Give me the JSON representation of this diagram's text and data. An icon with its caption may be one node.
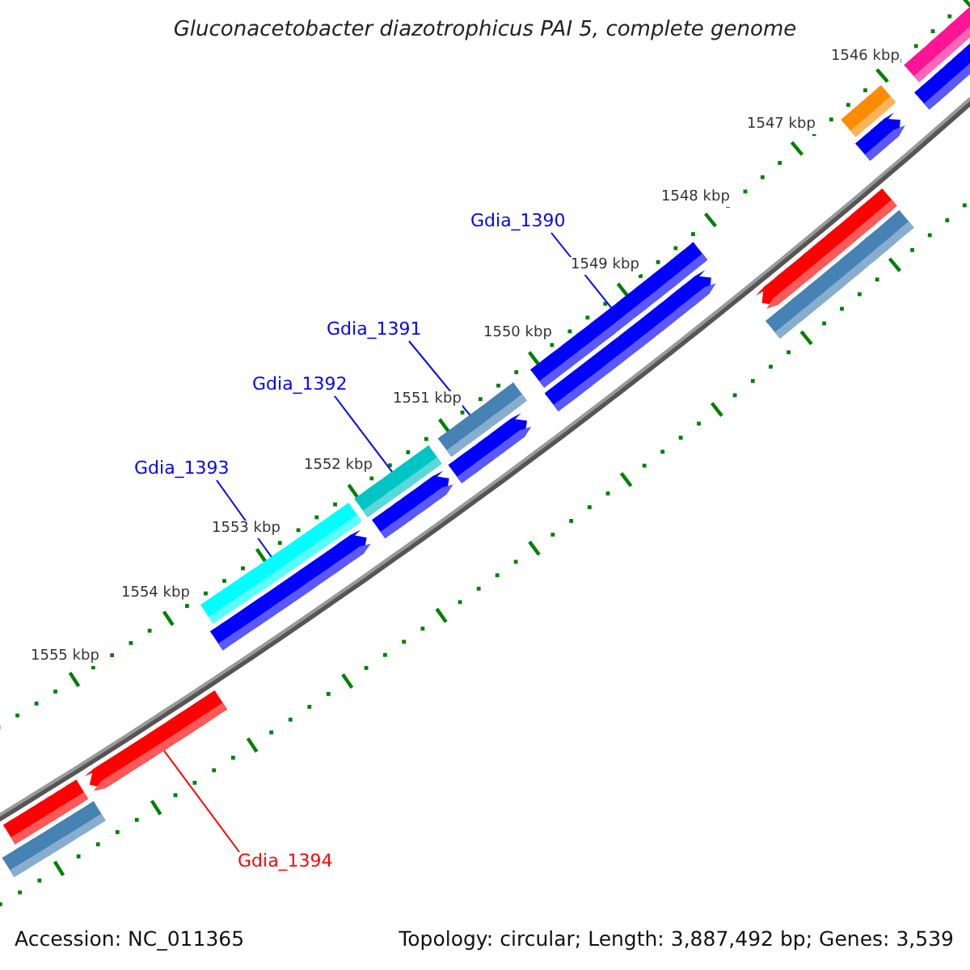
{
  "diagram": {
    "title": "Gluconacetobacter diazotrophicus PAI 5, complete genome",
    "nodes": [
      {
        "text": [
          "Gdia_1390"
        ]
      },
      {
        "text": [],
        "shape": "bar"
      },
      {
        "text": [
          "Gdia_1391"
        ]
      },
      {
        "text": [],
        "shape": "bar"
      },
      {
        "text": [
          "Gdia_1392"
        ]
      },
      {
        "text": [],
        "shape": "bar"
      },
      {
        "text": [
          "Gdia_1393"
        ]
      },
      {
        "text": [],
        "shape": "bar"
      },
      {
        "text": [
          "Gdia_1394"
        ]
      },
      {
        "text": [],
        "shape": "bar"
      },
      {
        "text": [],
        "shape": "bar"
      },
      {
        "text": [],
        "shape": "bar"
      },
      {
        "text": [],
        "shape": "bar"
      },
      {
        "text": [],
        "shape": "bar"
      },
      {
        "text": [],
        "shape": "bar"
      },
      {
        "text": [],
        "shape": "bar"
      },
      {
        "text": [],
        "shape": "bar"
      },
      {
        "text": [],
        "shape": "bar"
      },
      {
        "text": [],
        "shape": "bar"
      },
      {
        "text": [],
        "shape": "bar"
      },
      {
        "text": [],
        "shape": "bar"
      },
      {
        "text": [],
        "shape": "bar"
      }
    ],
    "edges": [
      {
        "from": 0,
        "to": 1,
        "arrow": "none"
      },
      {
        "from": 2,
        "to": 3,
        "arrow": "none"
      },
      {
        "from": 4,
        "to": 5,
        "arrow": "none"
      },
      {
        "from": 6,
        "to": 7,
        "arrow": "none"
      },
      {
        "from": 8,
        "to": 9,
        "arrow": "none",
        "color": "#ff0000"
      }
    ],
    "labels": [
      "1546 kbp",
      "1547 kbp",
      "1548 kbp",
      "1549 kbp",
      "1550 kbp",
      "1551 kbp",
      "1552 kbp",
      "1553 kbp",
      "1554 kbp",
      "1555 kbp",
      "Accession: NC_011365",
      "Topology: circular; Length: 3,887,492 bp; Genes: 3,539"
    ]
  }
}
